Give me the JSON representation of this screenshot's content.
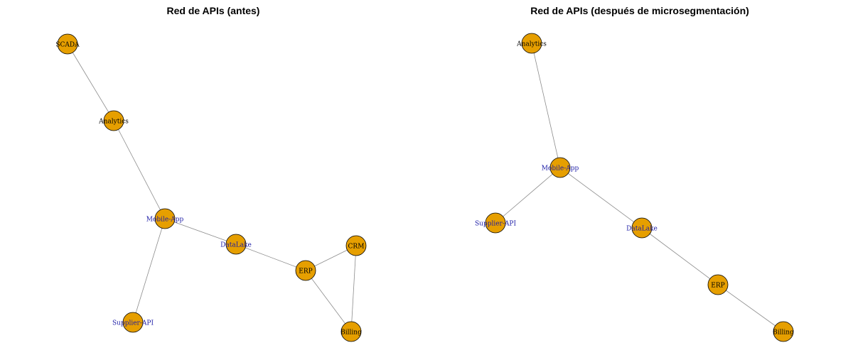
{
  "panels": [
    {
      "title": "Red de APIs (antes)",
      "nodes": [
        "SCADA",
        "Analytics",
        "Mobile-App",
        "DataLake",
        "ERP",
        "CRM",
        "Billing",
        "Supplier-API"
      ],
      "edges": [
        [
          "SCADA",
          "Analytics"
        ],
        [
          "Analytics",
          "Mobile-App"
        ],
        [
          "Mobile-App",
          "DataLake"
        ],
        [
          "Mobile-App",
          "Supplier-API"
        ],
        [
          "DataLake",
          "ERP"
        ],
        [
          "ERP",
          "CRM"
        ],
        [
          "ERP",
          "Billing"
        ],
        [
          "CRM",
          "Billing"
        ]
      ]
    },
    {
      "title": "Red de APIs (después de microsegmentación)",
      "nodes": [
        "Analytics",
        "Mobile-App",
        "Supplier-API",
        "DataLake",
        "ERP",
        "Billing"
      ],
      "edges": [
        [
          "Analytics",
          "Mobile-App"
        ],
        [
          "Mobile-App",
          "Supplier-API"
        ],
        [
          "Mobile-App",
          "DataLake"
        ],
        [
          "DataLake",
          "ERP"
        ],
        [
          "ERP",
          "Billing"
        ]
      ]
    }
  ],
  "colors": {
    "node_fill": "#e69f00",
    "edge": "#8c8c8c",
    "label_dark": "#000000",
    "label_blue": "#1a1aa6"
  }
}
